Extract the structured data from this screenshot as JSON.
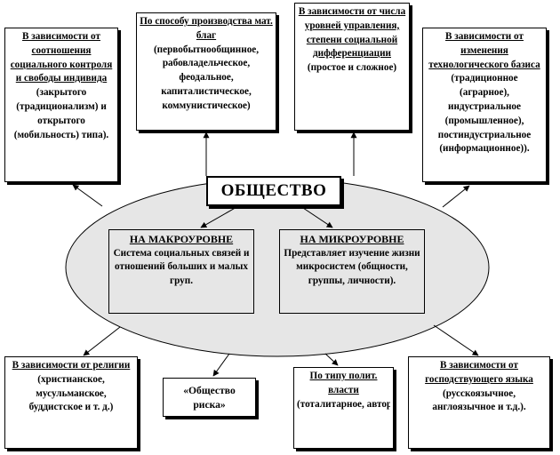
{
  "center": {
    "label": "ОБЩЕСТВО"
  },
  "macro": {
    "title": "НА МАКРОУРОВНЕ",
    "text": "Система социальных связей и отношений больших и малых груп."
  },
  "micro": {
    "title": "НА МИКРОУРОВНЕ",
    "text": "Представляет изучение жизни микросистем (общности, группы, личности)."
  },
  "top": [
    {
      "title": "В зависимости от соотношения социального контроля и свободы индивида",
      "text": "(закрытого (традиционализм) и открытого (мобильность) типа)."
    },
    {
      "title": "По способу производства мат. благ",
      "text": "(первобытнообщинное, рабовладельческое, феодальное, капиталистическое, коммунистическое)"
    },
    {
      "title": "В зависимости от числа уровней управления, степени социальной дифференциации",
      "text": "(простое и сложное)"
    },
    {
      "title": "В зависимости от изменения технологического базиса",
      "text": "(традиционное (аграрное), индустриальное (промышленное), постиндустриальное (информационное))."
    }
  ],
  "bottom": [
    {
      "title": "В зависимости от религии",
      "text": "(христианское, мусульманское, буддистское и т. д.)"
    },
    {
      "title": "",
      "text": "«Общество риска»"
    },
    {
      "title": "По типу полит. власти",
      "text": "(тоталитарное, авторитарное, демократическ"
    },
    {
      "title": "В зависимости от господствующего языка",
      "text": "(русскоязычное, англоязычное и т.д.)."
    }
  ]
}
